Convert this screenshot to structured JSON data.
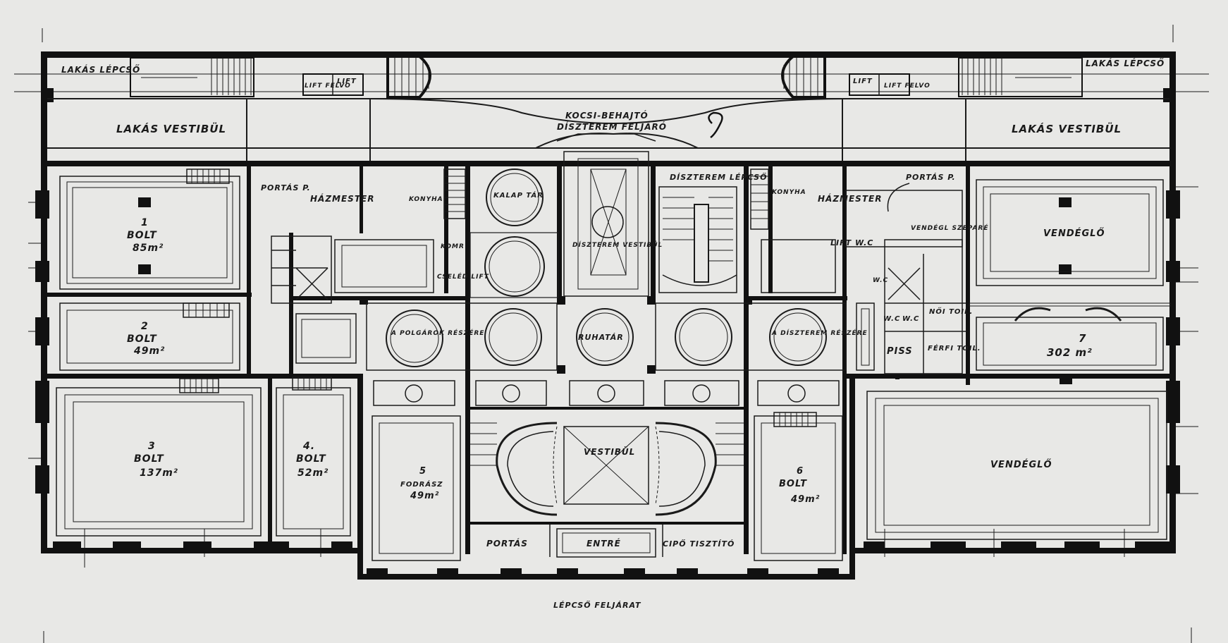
{
  "floor_plan": {
    "labels": {
      "lakas_lepcso_left": "LAKÁS LÉPCSŐ",
      "lakas_lepcso_right": "LAKÁS LÉPCSŐ",
      "lift_felvono_left": "LIFT FELVO",
      "lift_left": "LIFT",
      "lift_right": "LIFT",
      "lift_felvono_right": "LIFT FELVO",
      "lakas_vestibul_left": "LAKÁS VESTIBÜL",
      "lakas_vestibul_right": "LAKÁS VESTIBÜL",
      "kocsi_behajto": "KOCSI-BEHAJTÓ",
      "diszterem_feljaro": "DÍSZTEREM FELJÁRÓ",
      "portas_p_left": "PORTÁS P.",
      "hazmester_left": "HÁZMESTER",
      "konyha_left": "KONYHA",
      "kalap_ruhatar": "KALAP TÁR",
      "diszterem_lepcso": "DÍSZTEREM LÉPCSŐ",
      "konyha_right": "KONYHA",
      "hazmester_right": "HÁZMESTER",
      "portas_p_right": "PORTÁS P.",
      "bolt1_num": "1",
      "bolt1_name": "BOLT",
      "bolt1_area": "85m²",
      "komr": "KOMR",
      "cseleda_lift": "CSELÉD LIFT",
      "diszterem_vestibul": "DÍSZTEREM VESTIBÜL",
      "lift_wc": "LIFT W.C",
      "vendegl_szeparee": "VENDÉGL SZEPARÉ",
      "vendeglo_top": "VENDÉGLŐ",
      "wc": "W.C",
      "bolt2_num": "2",
      "bolt2_name": "BOLT",
      "bolt2_area": "49m²",
      "polgarok_reszere": "A POLGÁROK RÉSZÉRE",
      "ruhatar": "RUHATÁR",
      "diszterem_reszere": "A DÍSZTEREM RÉSZÉRE",
      "we1": "W.C",
      "we2": "W.C",
      "noi_toil": "NŐI TOIL.",
      "piss": "PISS",
      "ferfi_toil": "FÉRFI TOIL.",
      "room7_num": "7",
      "room7_area": "302 m²",
      "bolt3_num": "3",
      "bolt3_name": "BOLT",
      "bolt3_area": "137m²",
      "bolt4_num": "4.",
      "bolt4_name": "BOLT",
      "bolt4_area": "52m²",
      "fodrasz_num": "5",
      "fodrasz_name": "FODRÁSZ",
      "fodrasz_area": "49m²",
      "vestibul": "VESTIBÜL",
      "bolt6_num": "6",
      "bolt6_name": "BOLT",
      "bolt6_area": "49m²",
      "vendeglo_bottom": "VENDÉGLŐ",
      "portas_bottom": "PORTÁS",
      "entre": "ENTRÉ",
      "cipo_tisztito": "CIPŐ TISZTÍTÓ",
      "lepcso_feljarat": "LÉPCSŐ FELJÁRAT"
    }
  }
}
